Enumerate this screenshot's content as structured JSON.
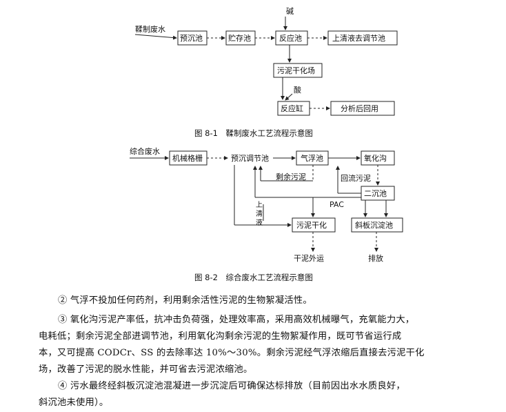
{
  "diagram1": {
    "source": "鞣制废水",
    "pre_settle": "预沉池",
    "storage": "贮存池",
    "reactor": "反应池",
    "supernatant": "上清液去调节池",
    "alkali": "碱",
    "sludge_dry": "污泥干化场",
    "acid": "酸",
    "reactor2": "反应缸",
    "reuse": "分析后回用",
    "caption": "图 8-1　鞣制废水工艺流程示意图"
  },
  "diagram2": {
    "source": "综合废水",
    "grille": "机械格栅",
    "pre_adjust": "预沉调节池",
    "flotation": "气浮池",
    "oxidation": "氧化沟",
    "surplus": "剩余污泥",
    "return": "回流污泥",
    "clarifier": "二沉池",
    "pac": "PAC",
    "supernatant_vert": [
      "上",
      "清",
      "液"
    ],
    "sludge_dry": "污泥干化",
    "inclined": "斜板沉淀池",
    "dry_out": "干泥外运",
    "discharge": "排放",
    "caption": "图 8-2　综合废水工艺流程示意图"
  },
  "paragraphs": {
    "p2": "② 气浮不投加任何药剂，利用剩余活性污泥的生物絮凝活性。",
    "p3_l1": "③ 氧化沟污泥产率低，抗冲击负荷强，处理效率高，采用高效机械曝气，充氧能力大，",
    "p3_l2": "电耗低；剩余污泥全部进调节池，利用氧化沟剩余污泥的生物絮凝作用，既可节省运行成",
    "p3_l3": "本，又可提高 CODCr、SS 的去除率达 10%～30%。剩余污泥经气浮浓缩后直接去污泥干化",
    "p3_l4": "场，改善了污泥的脱水性能，并可省去污泥浓缩池。",
    "p4_l1": "④ 污水最终经斜板沉淀池混凝进一步沉淀后可确保达标排放（目前因出水水质良好，",
    "p4_l2": "斜沉池未使用）。"
  }
}
